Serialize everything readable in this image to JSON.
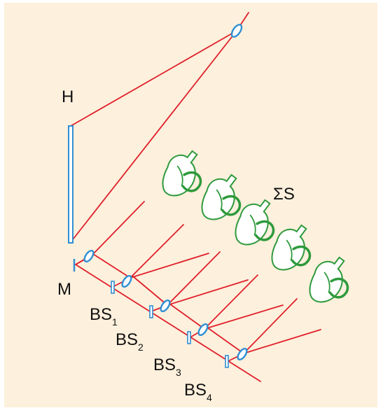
{
  "colors": {
    "background": "#fdf0dc",
    "page": "#ffffff",
    "ray": "#e0202c",
    "optic": "#2f8fd4",
    "object": "#2e9a3c",
    "text": "#111111"
  },
  "labels": {
    "hologram": "H",
    "mirror": "M",
    "sum": "ΣS",
    "bs1_base": "BS",
    "bs1_sub": "1",
    "bs2_base": "BS",
    "bs2_sub": "2",
    "bs3_base": "BS",
    "bs3_sub": "3",
    "bs4_base": "BS",
    "bs4_sub": "4"
  },
  "icons": {
    "lens": "lens-ellipse-icon",
    "beam_splitter": "beam-splitter-icon",
    "hologram_plate": "hologram-plate-icon",
    "object": "green-object-icon"
  }
}
